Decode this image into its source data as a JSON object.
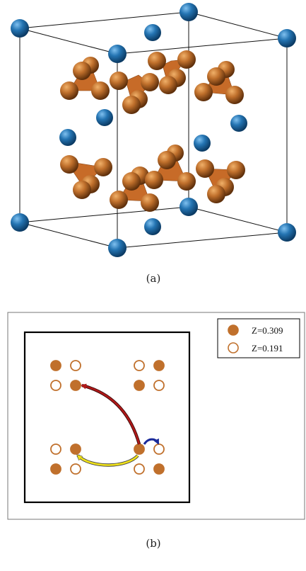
{
  "captions": {
    "a": "(a)",
    "b": "(b)"
  },
  "colors": {
    "atom_blue": "#1f6fa8",
    "atom_copper": "#c0702c",
    "tetra_face": "#c76b28",
    "frame": "#111111",
    "arrow_red": "#b01818",
    "arrow_yellow": "#f0e21a",
    "arrow_blue": "#1a2a9a"
  },
  "legend": [
    {
      "label": "Z=0.309",
      "marker": "filled"
    },
    {
      "label": "Z=0.191",
      "marker": "open"
    }
  ]
}
